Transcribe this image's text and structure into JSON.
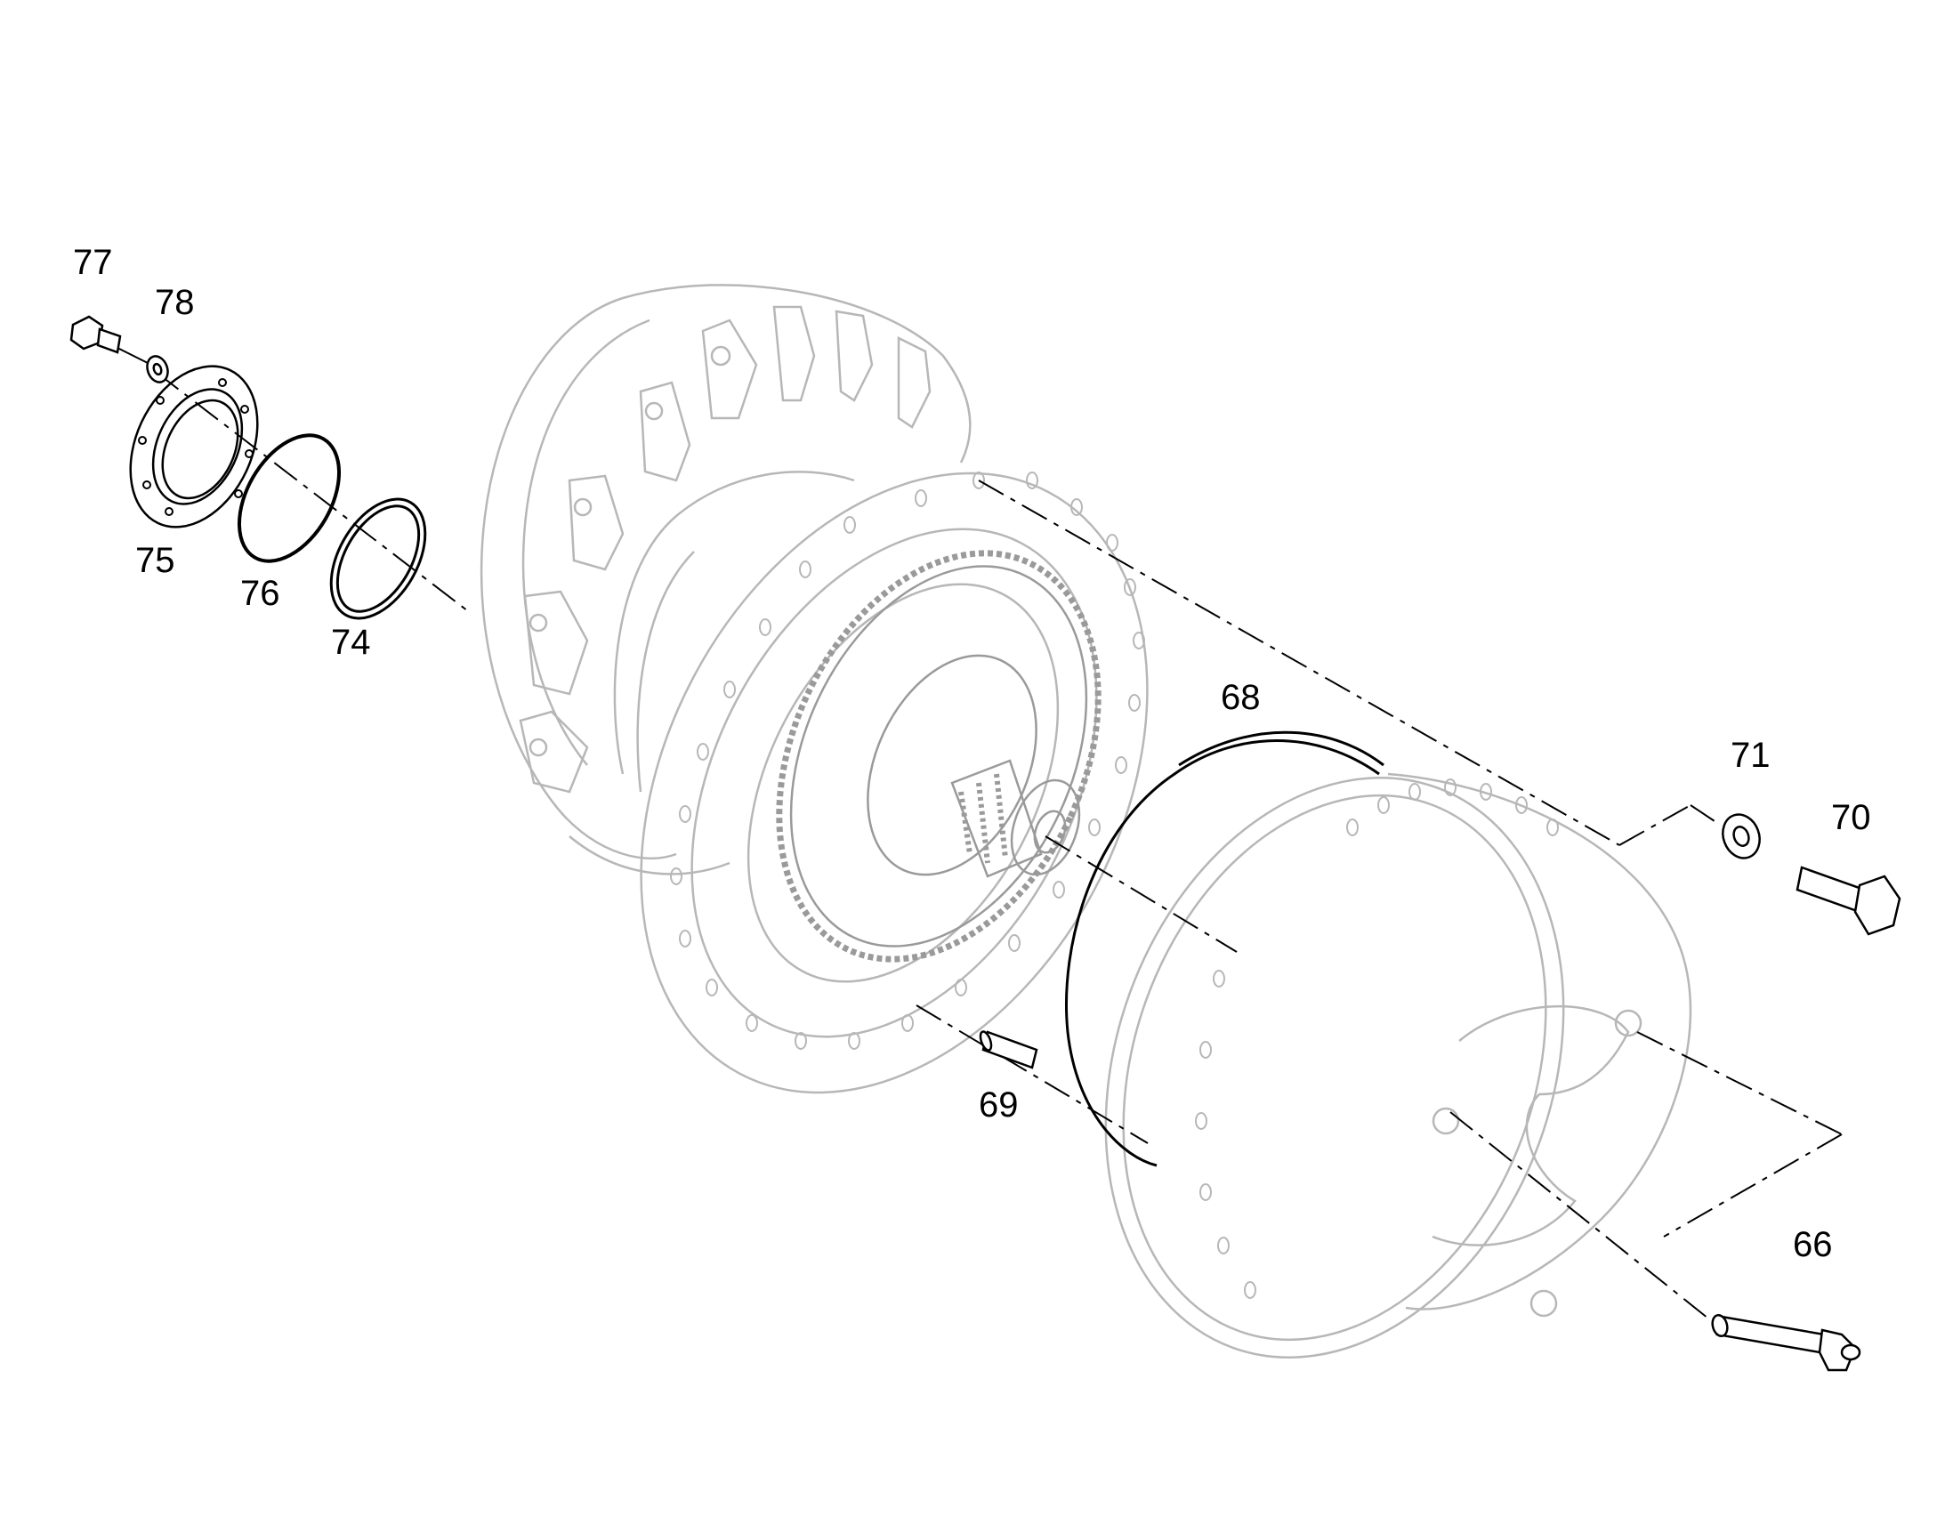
{
  "colors": {
    "part_outline": "#b7b7b7",
    "dark_part": "#000000",
    "leader_line": "#000000",
    "background": "#ffffff"
  },
  "callouts": {
    "p66": "66",
    "p68": "68",
    "p69": "69",
    "p70": "70",
    "p71": "71",
    "p74": "74",
    "p75": "75",
    "p76": "76",
    "p77": "77",
    "p78": "78"
  }
}
